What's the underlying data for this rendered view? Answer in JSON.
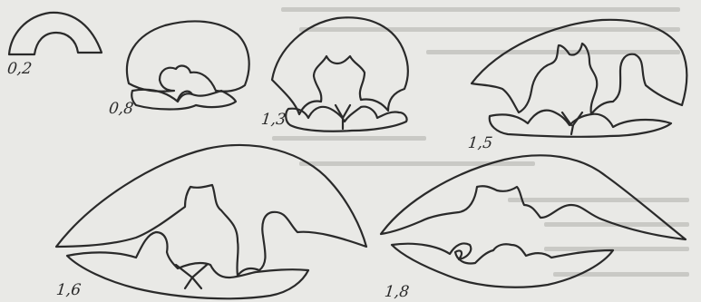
{
  "figures": [
    {
      "id": "f1",
      "label": "0,2"
    },
    {
      "id": "f2",
      "label": "0,8"
    },
    {
      "id": "f3",
      "label": "1,3"
    },
    {
      "id": "f4",
      "label": "1,5"
    },
    {
      "id": "f5",
      "label": "1,6"
    },
    {
      "id": "f6",
      "label": "1,8"
    }
  ]
}
